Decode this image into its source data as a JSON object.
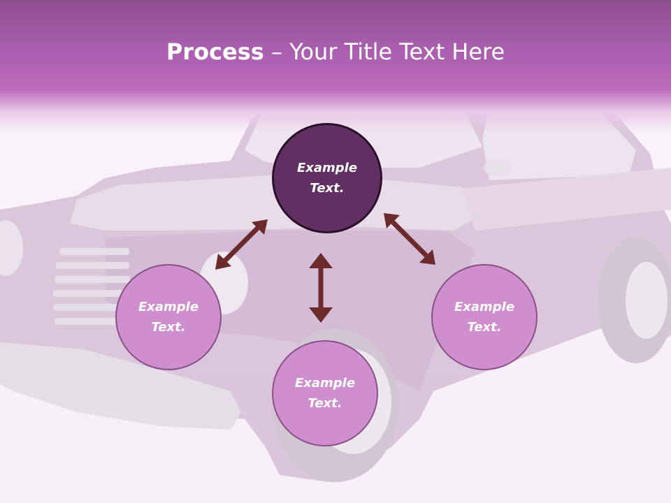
{
  "slide": {
    "title_bold": "Process",
    "title_rest": " – Your Title Text Here"
  },
  "nodes": {
    "center": {
      "label": "Example\nText."
    },
    "left": {
      "label": "Example\nText."
    },
    "right": {
      "label": "Example\nText."
    },
    "bottom": {
      "label": "Example\nText."
    }
  },
  "colors": {
    "header": "#bb6cbb",
    "node_dark": "#622f63",
    "node_light": "#cf8fcf",
    "arrow": "#6b2a2c"
  }
}
